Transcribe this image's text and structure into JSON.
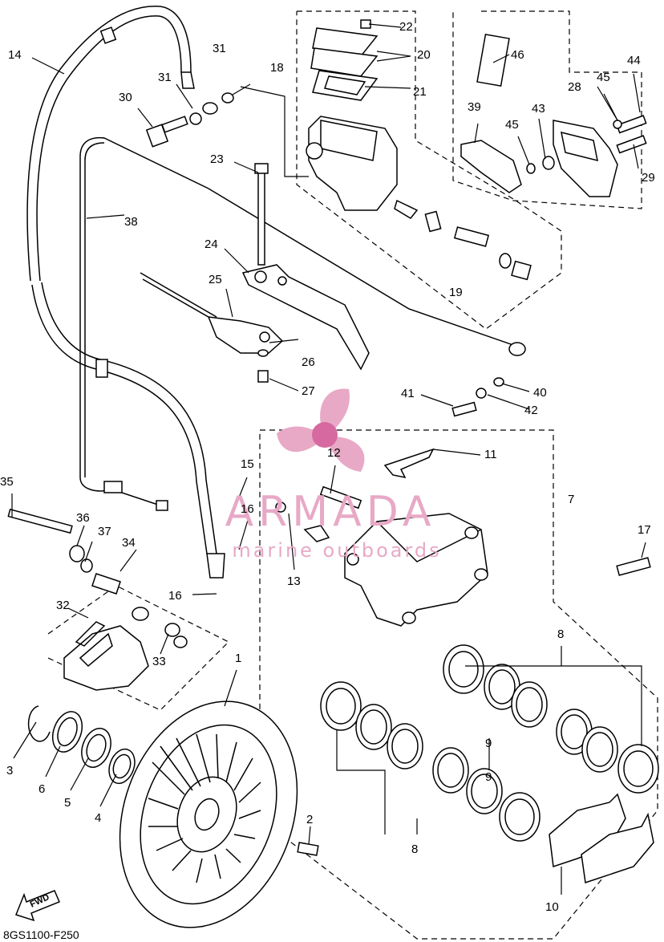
{
  "diagram": {
    "callouts": [
      "1",
      "2",
      "3",
      "4",
      "5",
      "6",
      "7",
      "8",
      "8",
      "9",
      "9",
      "10",
      "11",
      "12",
      "13",
      "14",
      "15",
      "16",
      "16",
      "17",
      "18",
      "19",
      "20",
      "21",
      "22",
      "23",
      "24",
      "25",
      "26",
      "27",
      "28",
      "29",
      "30",
      "31",
      "31",
      "32",
      "33",
      "34",
      "35",
      "36",
      "37",
      "38",
      "39",
      "40",
      "41",
      "42",
      "43",
      "44",
      "45",
      "45",
      "46"
    ],
    "code": "8GS1100-F250",
    "fwd_label": "FWD"
  },
  "watermark": {
    "brand": "ARMADA",
    "tagline": "marine outboards",
    "color": "#e8a9c6",
    "accent": "#d66aa0"
  }
}
